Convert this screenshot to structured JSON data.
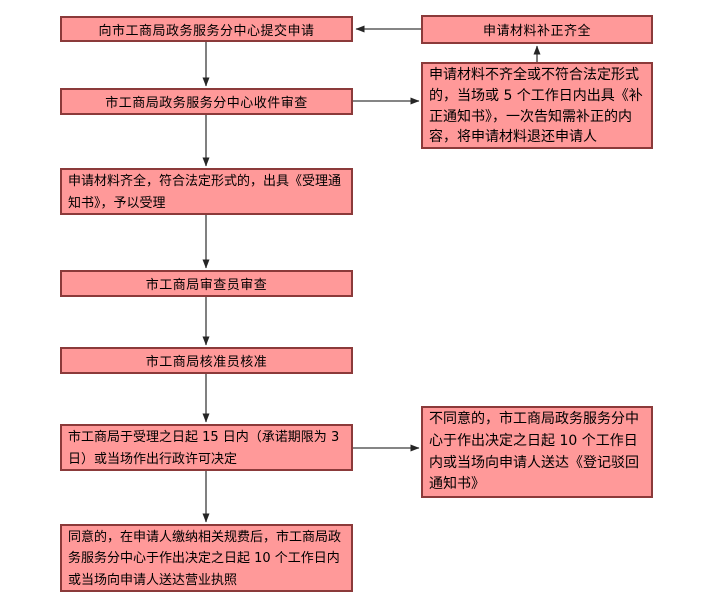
{
  "colors": {
    "box_fill": "#ff9999",
    "box_border": "#8b3a3a",
    "arrow": "#3c3c3c",
    "text": "#000000",
    "background": "#ffffff"
  },
  "boxes": {
    "submit": "向市工商局政务服务分中心提交申请",
    "receive_review": "市工商局政务服务分中心收件审查",
    "accept_notice": "申请材料齐全，符合法定形式的，出具《受理通知书》，予以受理",
    "examiner_review": "市工商局审查员审查",
    "approver_approve": "市工商局核准员核准",
    "decision": "市工商局于受理之日起 15 日内（承诺期限为 3 日）或当场作出行政许可决定",
    "license_delivery": "同意的，在申请人缴纳相关规费后，市工商局政务服务分中心于作出决定之日起 10 个工作日内或当场向申请人送达营业执照",
    "supplement_complete": "申请材料补正齐全",
    "supplement_notice": "申请材料不齐全或不符合法定形式的，当场或 5 个工作日内出具《补正通知书》，一次告知需补正的内容，将申请材料退还申请人",
    "rejection_notice": "不同意的，市工商局政务服务分中心于作出决定之日起 10 个工作日内或当场向申请人送达《登记驳回通知书》"
  }
}
